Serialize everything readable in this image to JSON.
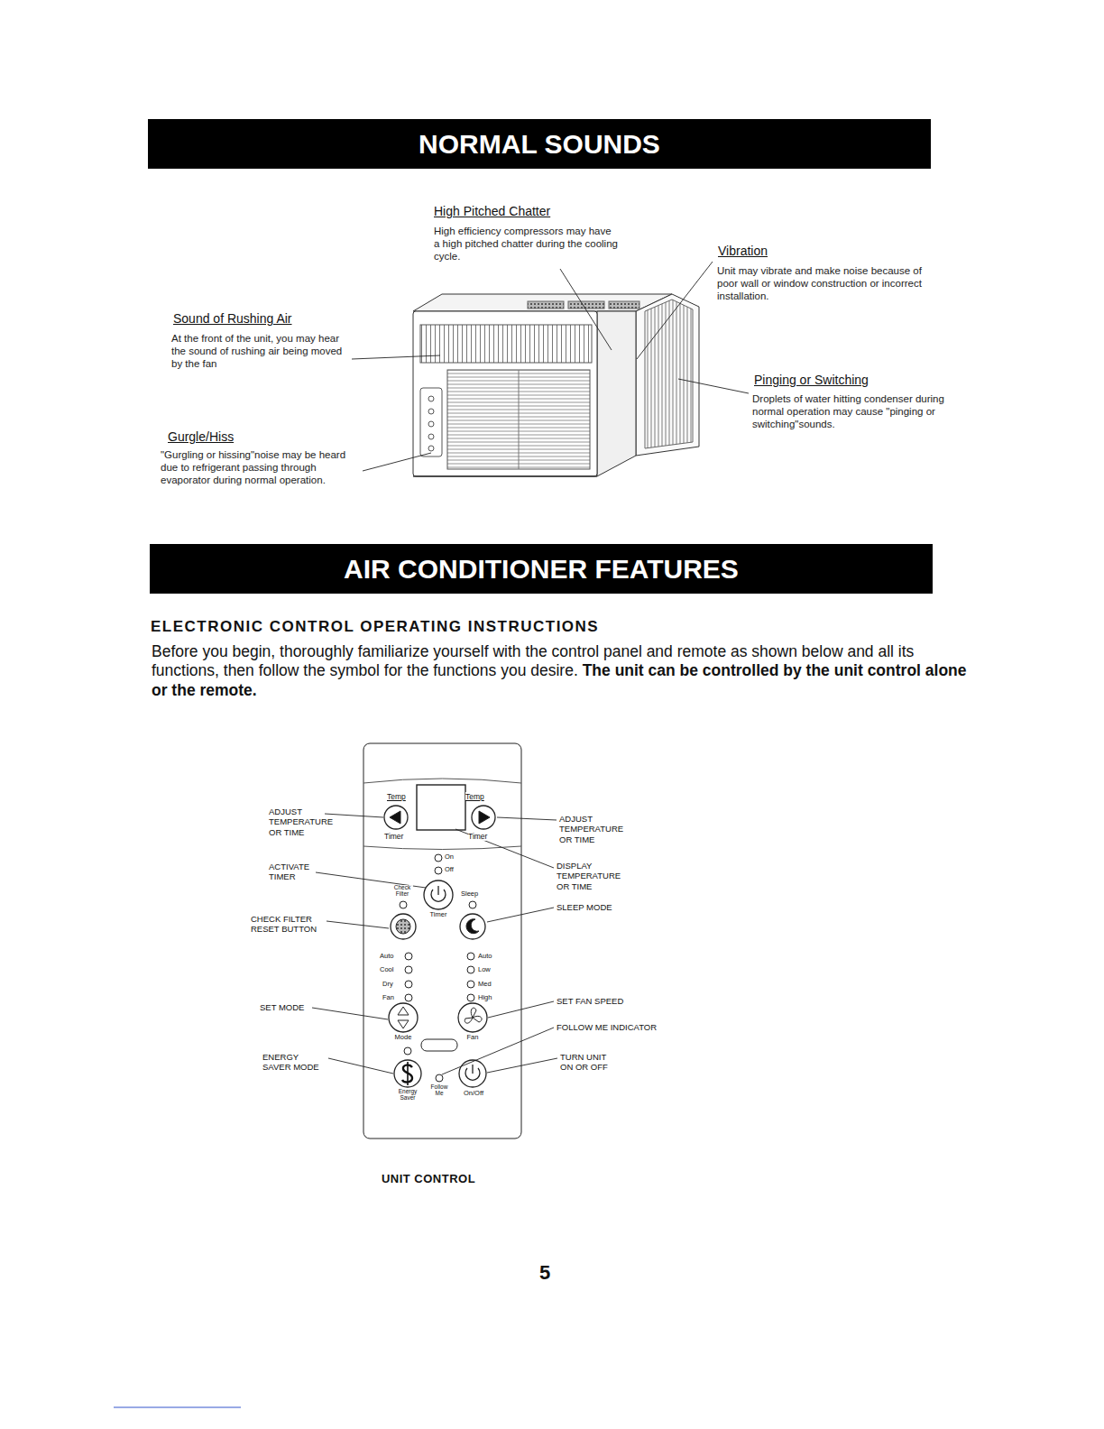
{
  "diagram": {
    "nodes": [
      {
        "text": [
          "NORMAL SOUNDS"
        ]
      },
      {
        "text": [
          "AIR CONDITIONER FEATURES"
        ]
      }
    ],
    "labels": [
      "High Pitched Chatter",
      "High efficiency compressors may have a high pitched chatter during the cooling cycle.",
      "Vibration",
      "Unit may vibrate and make noise because of poor wall or window construction or incorrect installation.",
      "Sound of Rushing Air",
      "At the front of the unit, you may hear the sound of rushing air being moved by the fan",
      "Pinging or Switching",
      "Droplets of water hitting condenser during normal operation may cause \"pinging or switching\"sounds.",
      "Gurgle/Hiss",
      "\"Gurgling or hissing\"noise may be heard due to refrigerant passing through evaporator during normal operation.",
      "ELECTRONIC CONTROL OPERATING INSTRUCTIONS",
      "Before you begin, thoroughly familiarize yourself with the control panel and remote as shown below and all its functions, then follow the symbol for the functions you desire.",
      "The unit can be controlled by the unit control alone or the remote.",
      "ADJUST TEMPERATURE OR TIME",
      "ADJUST TEMPERATURE OR TIME",
      "DISPLAY TEMPERATURE OR TIME",
      "ACTIVATE TIMER",
      "SLEEP MODE",
      "CHECK FILTER RESET BUTTON",
      "SET MODE",
      "SET FAN SPEED",
      "FOLLOW ME INDICATOR",
      "ENERGY SAVER MODE",
      "TURN UNIT ON OR OFF",
      "Temp",
      "Temp",
      "Timer",
      "Timer",
      "On",
      "Off",
      "Check Filter",
      "Timer",
      "Sleep",
      "Auto",
      "Cool",
      "Dry",
      "Fan",
      "Auto",
      "Low",
      "Med",
      "High",
      "Mode",
      "Fan",
      "Follow Me",
      "Energy Saver",
      "On/Off",
      "5"
    ],
    "caption": "UNIT CONTROL"
  }
}
